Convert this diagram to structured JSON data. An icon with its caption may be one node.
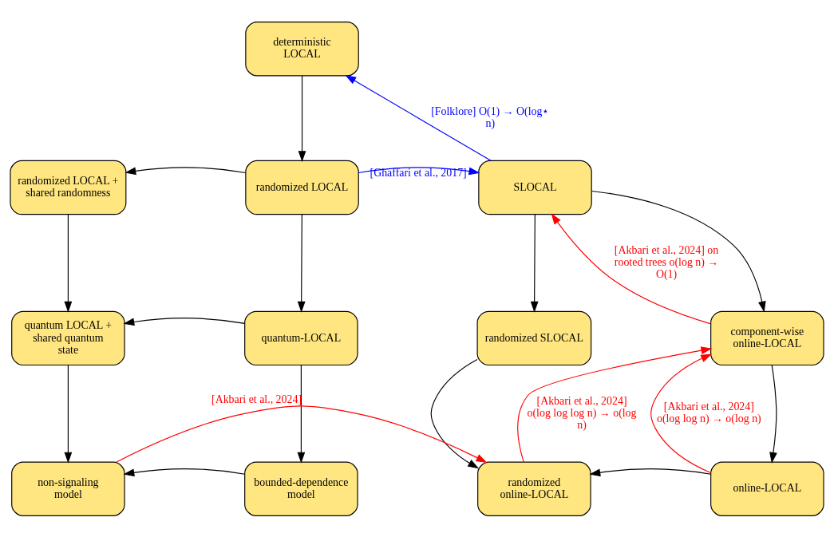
{
  "diagram": {
    "nodes": [
      {
        "text": [
          "deterministic LOCAL"
        ]
      },
      {
        "text": [
          "randomized LOCAL"
        ]
      },
      {
        "text": [
          "randomized LOCAL + shared randomness"
        ]
      },
      {
        "text": [
          "SLOCAL"
        ]
      },
      {
        "text": [
          "quantum LOCAL + shared quantum state"
        ]
      },
      {
        "text": [
          "quantum-LOCAL"
        ]
      },
      {
        "text": [
          "randomized SLOCAL"
        ]
      },
      {
        "text": [
          "component-wise online-LOCAL"
        ]
      },
      {
        "text": [
          "non-signaling model"
        ]
      },
      {
        "text": [
          "bounded-dependence model"
        ]
      },
      {
        "text": [
          "randomized online-LOCAL"
        ]
      },
      {
        "text": [
          "online-LOCAL"
        ]
      }
    ],
    "edges": [
      {
        "from": 0,
        "to": 1,
        "arrow": "to"
      },
      {
        "from": 1,
        "to": 2,
        "arrow": "to"
      },
      {
        "from": 1,
        "to": 3,
        "arrow": "to",
        "color": "#0000ff",
        "label": "[Ghaffari et al., 2017]"
      },
      {
        "from": 3,
        "to": 0,
        "arrow": "to",
        "color": "#0000ff",
        "label": "[Folklore] O(1) → O(log⋆ n)"
      },
      {
        "from": 1,
        "to": 5,
        "arrow": "to"
      },
      {
        "from": 5,
        "to": 4,
        "arrow": "to"
      },
      {
        "from": 2,
        "to": 4,
        "arrow": "to"
      },
      {
        "from": 3,
        "to": 6,
        "arrow": "to"
      },
      {
        "from": 3,
        "to": 7,
        "arrow": "to"
      },
      {
        "from": 7,
        "to": 3,
        "arrow": "to",
        "color": "#ff0000",
        "label": "[Akbari et al., 2024] on rooted trees o(log n) → O(1)"
      },
      {
        "from": 4,
        "to": 8,
        "arrow": "to"
      },
      {
        "from": 5,
        "to": 9,
        "arrow": "to"
      },
      {
        "from": 9,
        "to": 8,
        "arrow": "to"
      },
      {
        "from": 6,
        "to": 10,
        "arrow": "to"
      },
      {
        "from": 7,
        "to": 11,
        "arrow": "to"
      },
      {
        "from": 11,
        "to": 10,
        "arrow": "to"
      },
      {
        "from": 11,
        "to": 7,
        "arrow": "to",
        "color": "#ff0000",
        "label": "[Akbari et al., 2024] o(log log n) → o(log n)"
      },
      {
        "from": 8,
        "to": 10,
        "arrow": "to",
        "color": "#ff0000",
        "label": "[Akbari et al., 2024]"
      },
      {
        "from": 10,
        "to": 7,
        "arrow": "to",
        "color": "#ff0000",
        "label": "[Akbari et al., 2024] o(log log log n) → o(log n)"
      }
    ]
  }
}
